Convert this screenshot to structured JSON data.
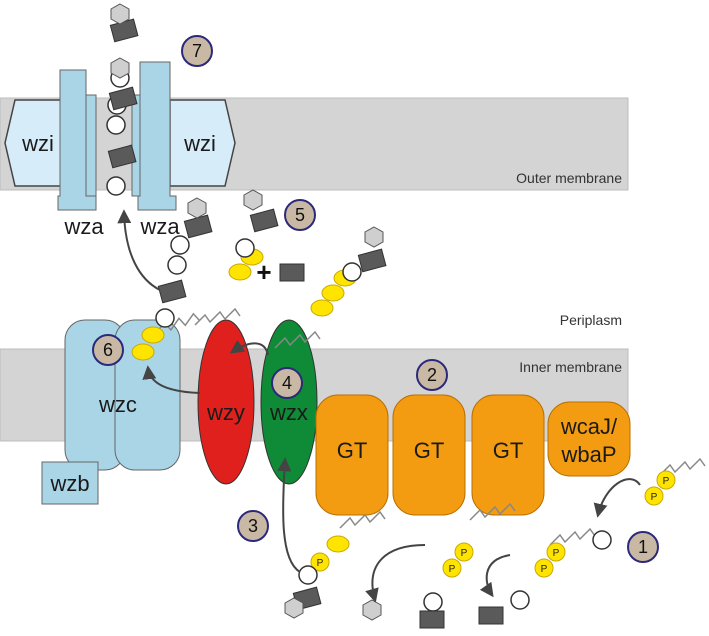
{
  "membranes": {
    "outer": "Outer membrane",
    "periplasm": "Periplasm",
    "inner": "Inner membrane"
  },
  "proteins": {
    "wzi_left": "wzi",
    "wzi_right": "wzi",
    "wza_left": "wza",
    "wza_right": "wza",
    "wzc": "wzc",
    "wzb": "wzb",
    "wzy": "wzy",
    "wzx": "wzx",
    "gt1": "GT",
    "gt2": "GT",
    "gt3": "GT",
    "wcaj_line1": "wcaJ/",
    "wcaj_line2": "wbaP"
  },
  "steps": [
    "1",
    "2",
    "3",
    "4",
    "5",
    "6",
    "7"
  ],
  "phosphate": "P",
  "plus": "+",
  "colors": {
    "membrane": "#d4d4d4",
    "wza": "#a9d5e6",
    "wzi": "#d6ecf8",
    "wzy": "#e0201c",
    "wzx": "#0f8a36",
    "gt": "#f39c12",
    "lipid_yellow": "#ffe400",
    "sugar_dark": "#5a5a5a",
    "sugar_hex": "#cfcfcf",
    "step_fill": "#c9b9a4",
    "step_border": "#2b2a7a"
  }
}
